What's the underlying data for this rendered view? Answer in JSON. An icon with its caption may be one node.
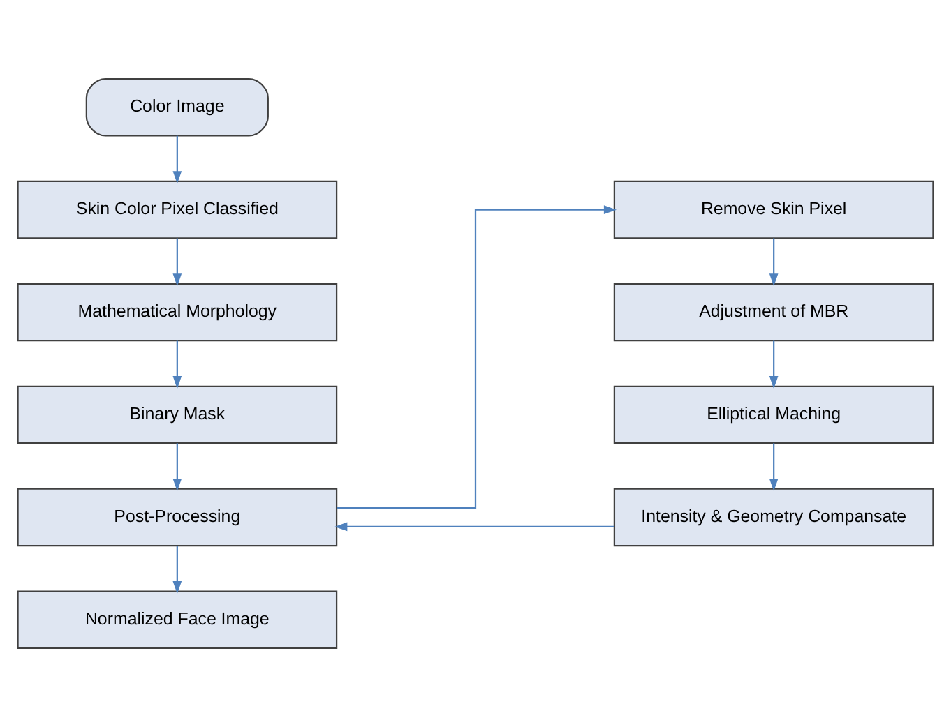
{
  "diagram": {
    "nodes": [
      {
        "text": [
          "Color Image"
        ]
      },
      {
        "text": [
          "Skin Color Pixel Classified"
        ]
      },
      {
        "text": [
          "Mathematical Morphology"
        ]
      },
      {
        "text": [
          "Binary Mask"
        ]
      },
      {
        "text": [
          "Post-Processing"
        ]
      },
      {
        "text": [
          "Normalized Face Image"
        ]
      },
      {
        "text": [
          "Remove Skin Pixel"
        ]
      },
      {
        "text": [
          "Adjustment of MBR"
        ]
      },
      {
        "text": [
          "Elliptical Maching"
        ]
      },
      {
        "text": [
          "Intensity & Geometry Compansate"
        ]
      }
    ],
    "edges": [
      {
        "from": 0,
        "to": 1,
        "arrow": "to"
      },
      {
        "from": 1,
        "to": 2,
        "arrow": "to"
      },
      {
        "from": 2,
        "to": 3,
        "arrow": "to"
      },
      {
        "from": 3,
        "to": 4,
        "arrow": "to"
      },
      {
        "from": 4,
        "to": 5,
        "arrow": "to"
      },
      {
        "from": 4,
        "to": 6,
        "arrow": "to"
      },
      {
        "from": 6,
        "to": 7,
        "arrow": "to"
      },
      {
        "from": 7,
        "to": 8,
        "arrow": "to"
      },
      {
        "from": 8,
        "to": 9,
        "arrow": "to"
      },
      {
        "from": 9,
        "to": 4,
        "arrow": "to"
      }
    ]
  }
}
